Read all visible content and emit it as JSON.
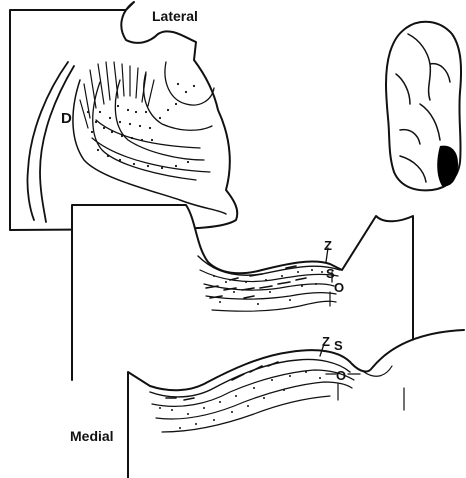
{
  "figure": {
    "labels": {
      "lateral": "Lateral",
      "medial": "Medial",
      "d": "D",
      "z_upper": "Z",
      "s_upper": "S",
      "o_upper": "O",
      "z_lower": "Z",
      "s_lower": "S",
      "o_lower": "O"
    },
    "colors": {
      "ink": "#111111",
      "background": "#ffffff",
      "lesion": "#000000"
    }
  }
}
